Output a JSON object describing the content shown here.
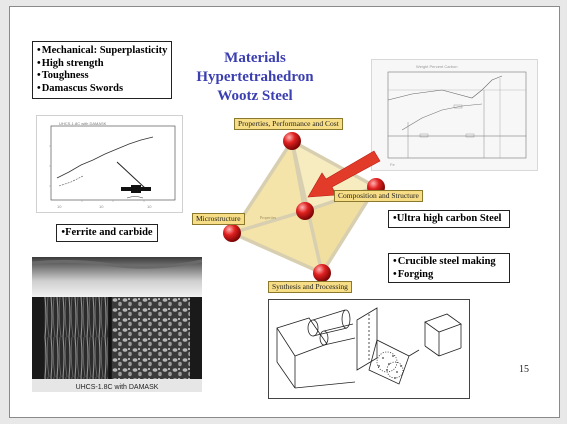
{
  "title_lines": [
    "Materials",
    "Hypertetrahedron",
    "Wootz Steel"
  ],
  "properties_list": [
    "Mechanical: Superplasticity",
    "High strength",
    "Toughness",
    "Damascus Swords"
  ],
  "ferrite_label": "Ferrite and carbide",
  "ultra_label": "Ultra high carbon Steel",
  "process_list": [
    "Crucible steel making",
    "Forging"
  ],
  "vertex_labels": {
    "top": "Properties, Performance and Cost",
    "right": "Composition and Structure",
    "left": "Microstructure",
    "bottom": "Synthesis and Processing"
  },
  "micrograph_caption": "UHCS-1.8C with DAMASK",
  "page_number": "15",
  "colors": {
    "title": "#3b3fb0",
    "tag_fill": "#f6dd86",
    "sphere": "#d91b1b",
    "arrow": "#e33b2a"
  }
}
